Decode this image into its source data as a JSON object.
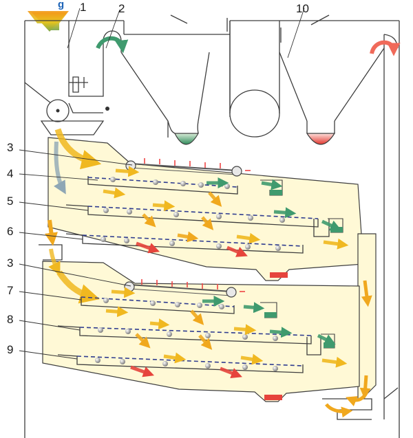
{
  "figure": {
    "corner_label": "g",
    "callouts": {
      "c1": "1",
      "c2": "2",
      "c10": "10",
      "c3a": "3",
      "c4": "4",
      "c5": "5",
      "c6": "6",
      "c3b": "3",
      "c7": "7",
      "c8": "8",
      "c9": "9"
    }
  },
  "colors": {
    "feed_arrow": "#f2b21b",
    "flow_arrow": "#f0a81e",
    "green_fraction": "#3f9a6e",
    "red_fraction": "#e6443c",
    "sieve_line": "#2e3b8f",
    "machine_fill": "#fff9d6",
    "sieve_ball": "#8d8d8d"
  }
}
